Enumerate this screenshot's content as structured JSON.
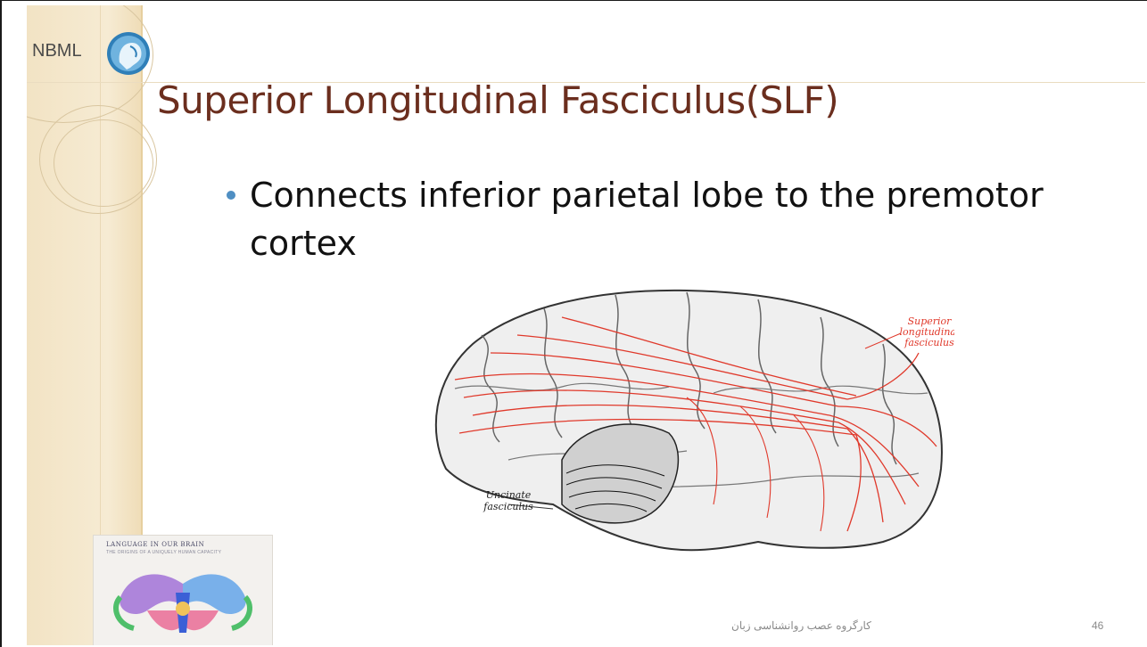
{
  "logo": {
    "text": "NBML",
    "icon": "nbml-head-icon"
  },
  "slide": {
    "title": "Superior Longitudinal Fasciculus(SLF)",
    "bullets": [
      "Connects inferior parietal lobe to the premotor cortex"
    ]
  },
  "figure": {
    "labels": {
      "slf_line1": "Superior",
      "slf_line2": "longitudinal",
      "slf_line3": "fasciculus",
      "unc_line1": "Uncinate",
      "unc_line2": "fasciculus"
    }
  },
  "book": {
    "title": "LANGUAGE IN OUR BRAIN",
    "subtitle": "THE ORIGINS OF A UNIQUELY HUMAN CAPACITY"
  },
  "footer": {
    "text": "کارگروه عصب روانشناسی زبان",
    "page": "46"
  },
  "colors": {
    "title": "#6b2e1e",
    "bullet": "#4f8fc3",
    "fibers": "#e0392b",
    "strip": "#f2e3c4"
  }
}
